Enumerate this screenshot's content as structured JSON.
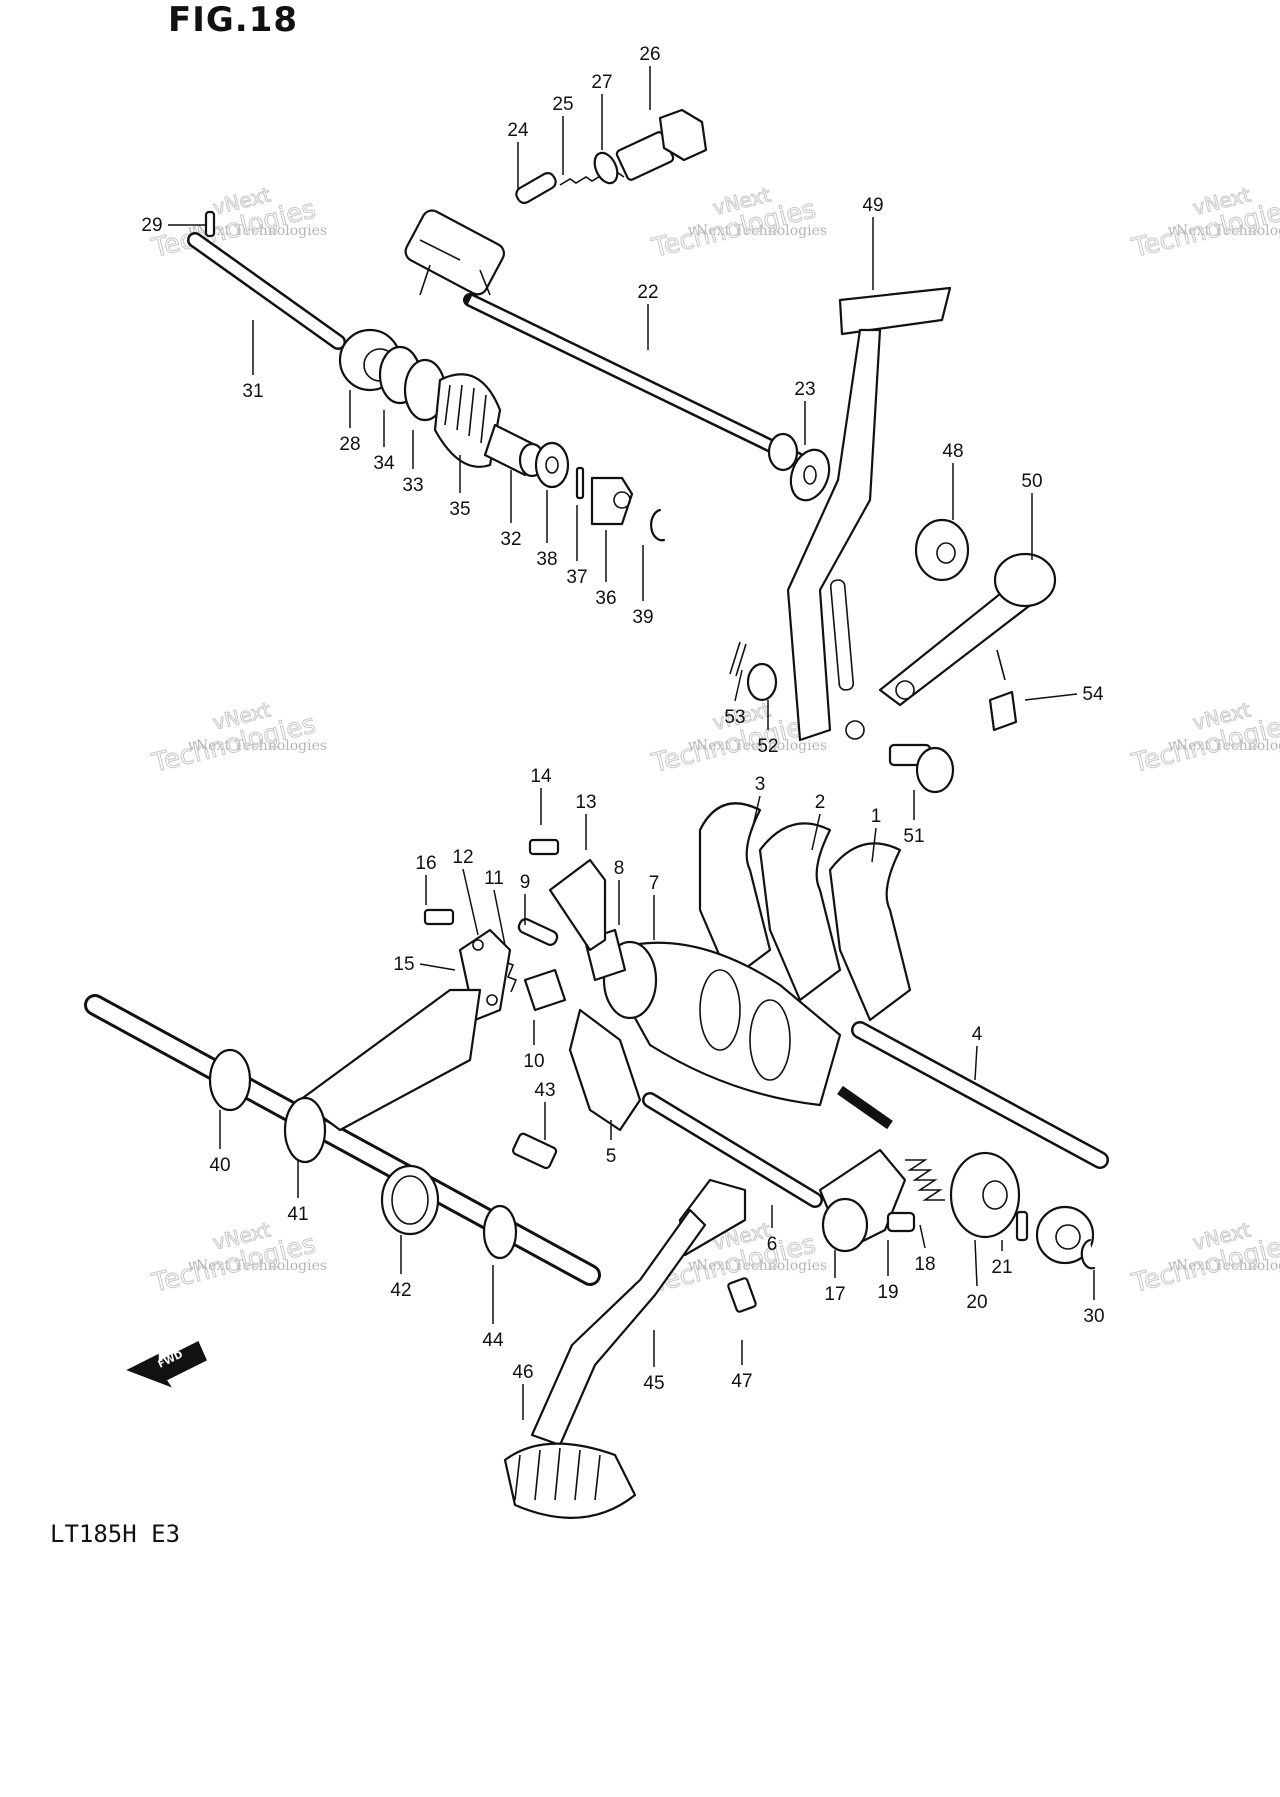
{
  "figure": {
    "title": "FIG.18",
    "model": "LT185H E3",
    "fwd_label": "FWD"
  },
  "watermark": {
    "line1": "vNext",
    "line2": "vNext Technologies",
    "line3": "Technologies"
  },
  "callouts": [
    "1",
    "2",
    "3",
    "4",
    "5",
    "6",
    "7",
    "8",
    "9",
    "10",
    "11",
    "12",
    "13",
    "14",
    "15",
    "16",
    "17",
    "18",
    "19",
    "20",
    "21",
    "22",
    "23",
    "24",
    "25",
    "26",
    "27",
    "28",
    "29",
    "30",
    "31",
    "32",
    "33",
    "34",
    "35",
    "36",
    "37",
    "38",
    "39",
    "40",
    "41",
    "42",
    "43",
    "44",
    "45",
    "46",
    "47",
    "48",
    "49",
    "50",
    "51",
    "52",
    "53",
    "54"
  ]
}
